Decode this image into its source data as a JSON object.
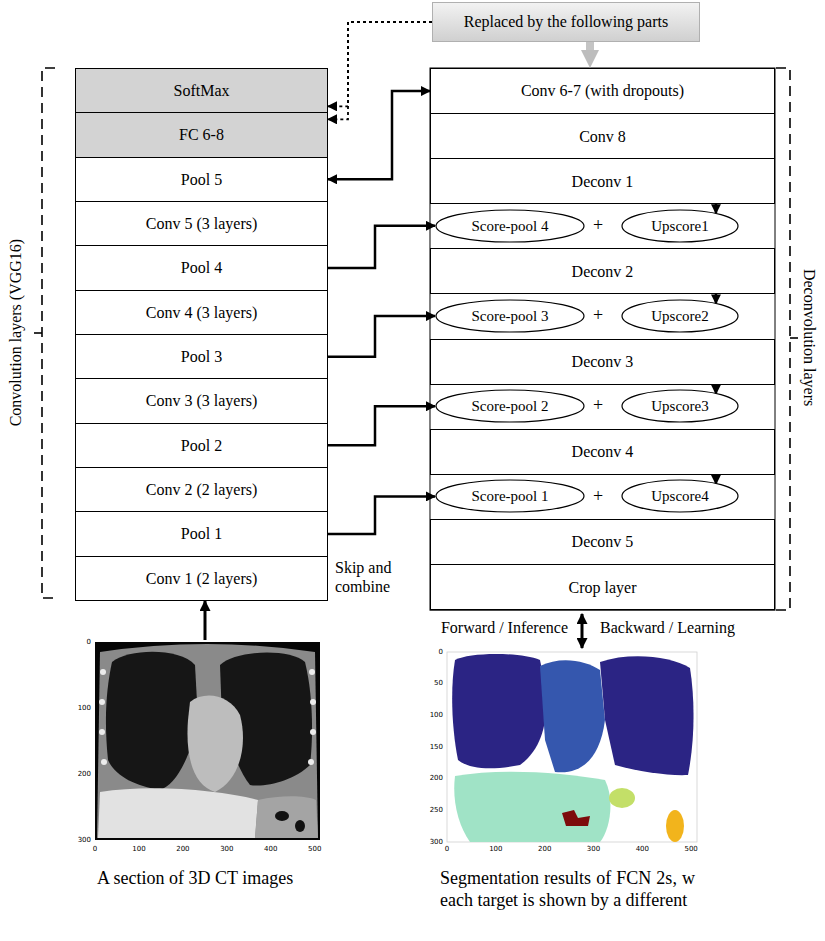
{
  "diagram": {
    "nodes": [
      {
        "text": [
          "SoftMax"
        ]
      },
      {
        "text": [
          "FC 6-8"
        ]
      },
      {
        "text": [
          "Pool 5"
        ]
      },
      {
        "text": [
          "Conv 5 (3 layers)"
        ]
      },
      {
        "text": [
          "Pool 4"
        ]
      },
      {
        "text": [
          "Conv 4 (3 layers)"
        ]
      },
      {
        "text": [
          "Pool 3"
        ]
      },
      {
        "text": [
          "Conv 3 (3 layers)"
        ]
      },
      {
        "text": [
          "Pool 2"
        ]
      },
      {
        "text": [
          "Conv 2 (2 layers)"
        ]
      },
      {
        "text": [
          "Pool 1"
        ]
      },
      {
        "text": [
          "Conv 1 (2 layers)"
        ]
      },
      {
        "text": [
          "Replaced by the following parts"
        ]
      },
      {
        "text": [
          "Conv 6-7 (with dropouts)"
        ]
      },
      {
        "text": [
          "Conv 8"
        ]
      },
      {
        "text": [
          "Deconv 1"
        ]
      },
      {
        "text": [
          "Score-pool 4"
        ]
      },
      {
        "text": [
          "Upscore1"
        ]
      },
      {
        "text": [
          "Deconv 2"
        ]
      },
      {
        "text": [
          "Score-pool 3"
        ]
      },
      {
        "text": [
          "Upscore2"
        ]
      },
      {
        "text": [
          "Deconv 3"
        ]
      },
      {
        "text": [
          "Score-pool 2"
        ]
      },
      {
        "text": [
          "Upscore3"
        ]
      },
      {
        "text": [
          "Deconv 4"
        ]
      },
      {
        "text": [
          "Score-pool 1"
        ]
      },
      {
        "text": [
          "Upscore4"
        ]
      },
      {
        "text": [
          "Deconv 5"
        ]
      },
      {
        "text": [
          "Crop layer"
        ]
      }
    ],
    "edges": [
      {
        "from": 12,
        "to": 0,
        "arrow": "to"
      },
      {
        "from": 12,
        "to": 1,
        "arrow": "to"
      },
      {
        "from": 12,
        "to": 13,
        "arrow": "to"
      },
      {
        "from": 2,
        "to": 13,
        "arrow": "both"
      },
      {
        "from": 4,
        "to": 16,
        "arrow": "to"
      },
      {
        "from": 6,
        "to": 19,
        "arrow": "to"
      },
      {
        "from": 8,
        "to": 22,
        "arrow": "to"
      },
      {
        "from": 10,
        "to": 25,
        "arrow": "to"
      },
      {
        "from": 15,
        "to": 17,
        "arrow": "to"
      },
      {
        "from": 18,
        "to": 20,
        "arrow": "to"
      },
      {
        "from": 21,
        "to": 23,
        "arrow": "to"
      },
      {
        "from": 24,
        "to": 26,
        "arrow": "to"
      }
    ],
    "labels": [
      "Convolution layers (VGG16)",
      "Deconvolution layers",
      "+",
      "+",
      "+",
      "+",
      "Skip and combine",
      "Forward / Inference",
      "Backward / Learning",
      "0",
      "100",
      "200",
      "300",
      "400",
      "500",
      "0",
      "100",
      "200",
      "300",
      "0",
      "100",
      "200",
      "300",
      "400",
      "500",
      "0",
      "50",
      "100",
      "150",
      "200",
      "250",
      "300",
      "A section of 3D CT images",
      "Segmentation results of FCN 2s, w each target is shown by a different"
    ]
  }
}
